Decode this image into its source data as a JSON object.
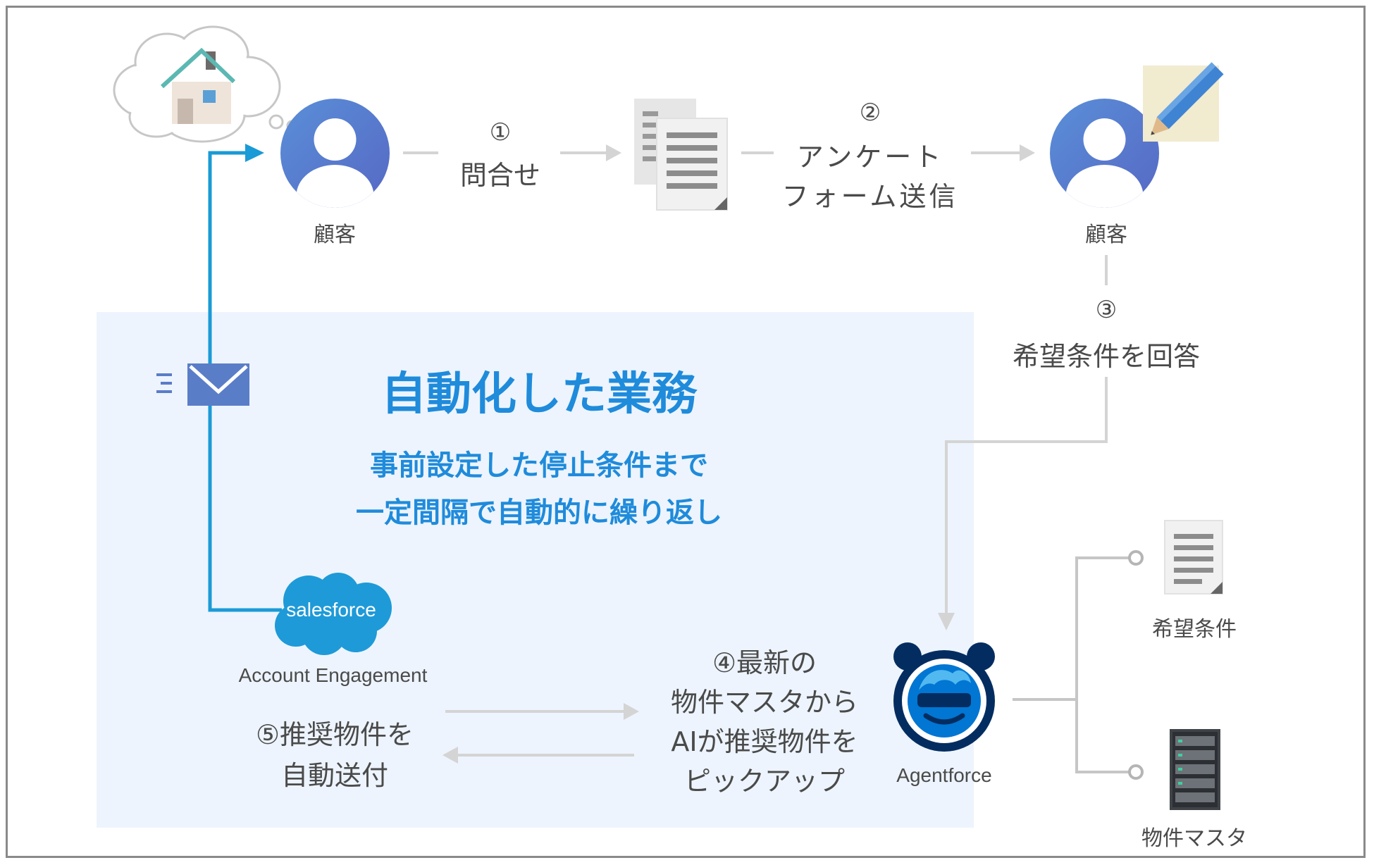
{
  "customer_left_label": "顧客",
  "customer_right_label": "顧客",
  "step1": {
    "num": "①",
    "text": "問合せ"
  },
  "step2": {
    "num": "②",
    "line1": "アンケート",
    "line2": "フォーム送信"
  },
  "step3": {
    "num": "③",
    "text": "希望条件を回答"
  },
  "step4": {
    "line1": "④最新の",
    "line2": "物件マスタから",
    "line3": "AIが推奨物件を",
    "line4": "ピックアップ"
  },
  "step5": {
    "line1": "⑤推奨物件を",
    "line2": "自動送付"
  },
  "automated": {
    "title": "自動化した業務",
    "line1": "事前設定した停止条件まで",
    "line2": "一定間隔で自動的に繰り返し"
  },
  "salesforce": {
    "logo_text": "salesforce",
    "caption": "Account Engagement"
  },
  "agentforce_label": "Agentforce",
  "data_sources": [
    {
      "label": "希望条件",
      "icon": "document-icon"
    },
    {
      "label": "物件マスタ",
      "icon": "server-icon"
    }
  ],
  "colors": {
    "accent_blue": "#1f8bdb",
    "flow_blue": "#1a9ad6",
    "connector_gray": "#d4d4d4",
    "avatar_gradient_start": "#5a8fd8",
    "avatar_gradient_end": "#5668c4",
    "panel_bg": "#edf4fd"
  }
}
